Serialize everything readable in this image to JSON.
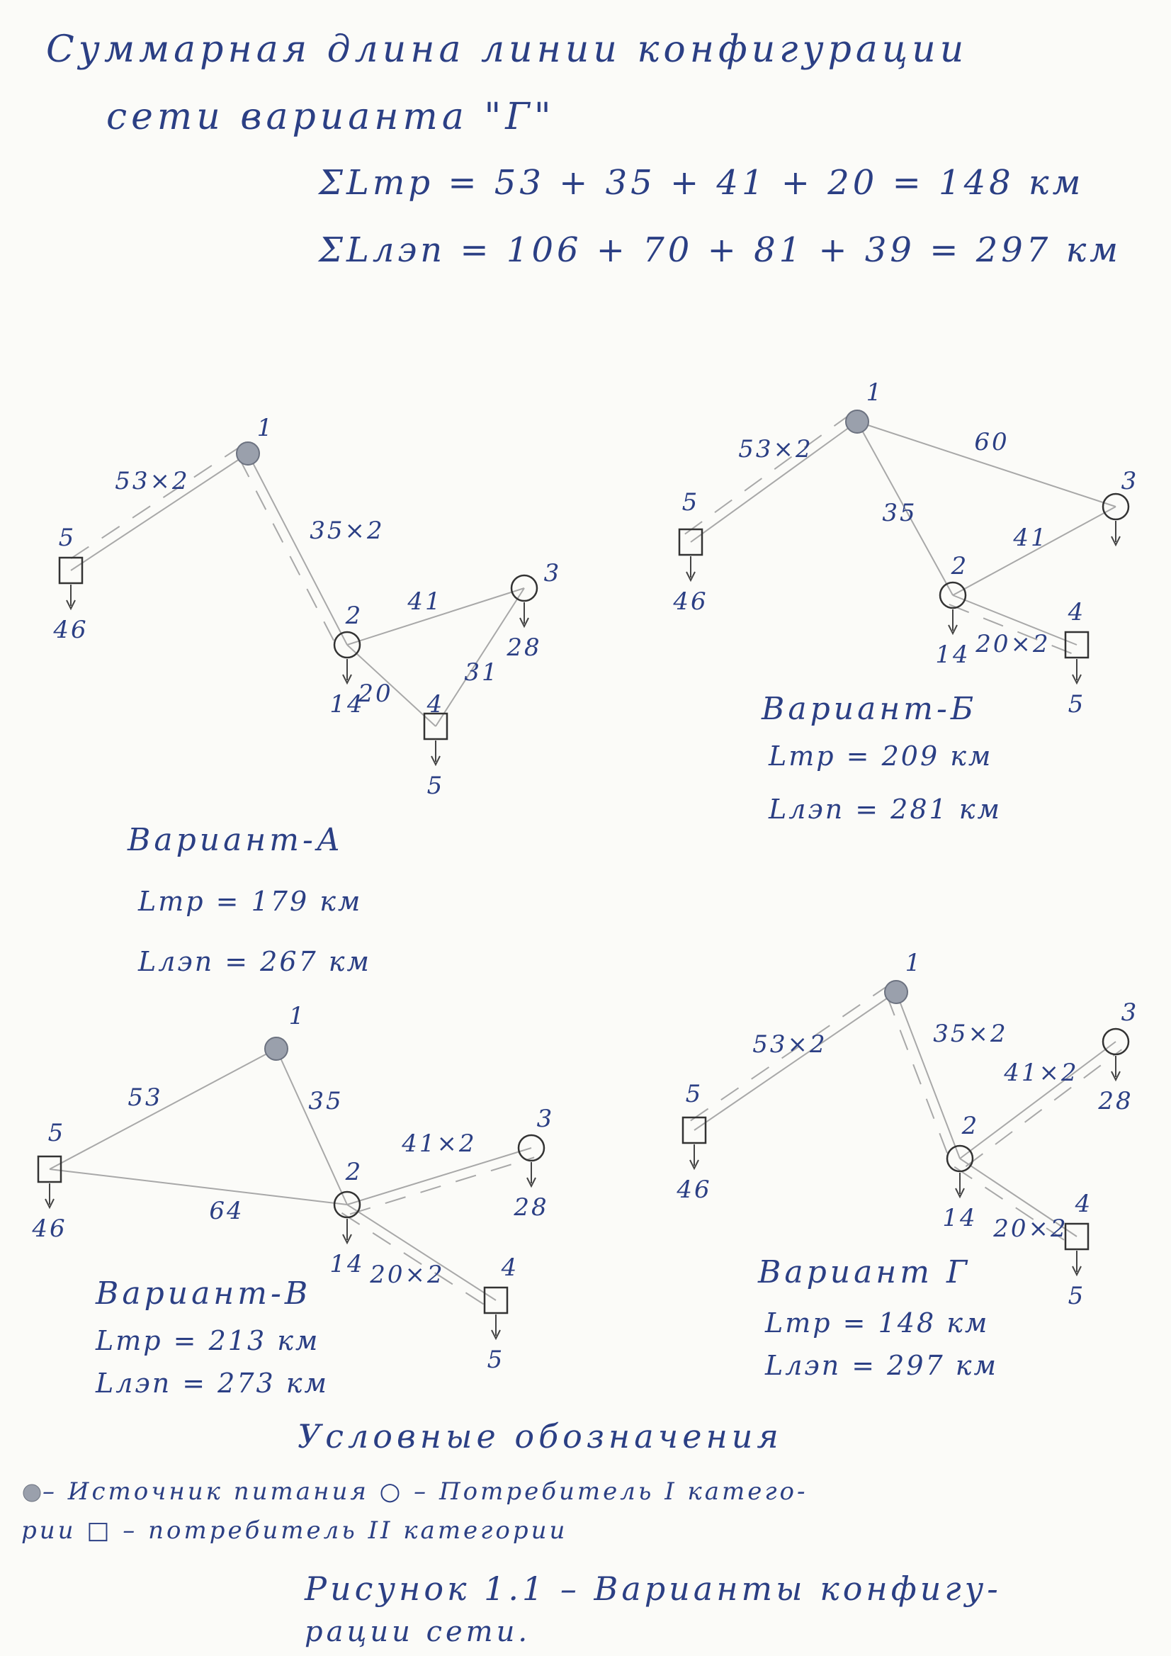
{
  "header": {
    "line1": "Суммарная длина линии конфигурации",
    "line2": "сети варианта \"Г\"",
    "sum_tr": "ΣLтр = 53 + 35 + 41 + 20 = 148 км",
    "sum_lep": "ΣLлэп = 106 + 70 + 81 + 39 = 297 км"
  },
  "variants": [
    {
      "name": "Вариант-А",
      "ltr": "Lтр = 179 км",
      "llep": "Lлэп = 267 км",
      "nodes": [
        {
          "id": "1",
          "type": "source",
          "load": ""
        },
        {
          "id": "5",
          "type": "consumer-II",
          "load": "46"
        },
        {
          "id": "2",
          "type": "consumer-I",
          "load": "14"
        },
        {
          "id": "3",
          "type": "consumer-I",
          "load": "28"
        },
        {
          "id": "4",
          "type": "consumer-II",
          "load": "5"
        }
      ],
      "edges": [
        {
          "from": "1",
          "to": "5",
          "label": "53×2",
          "double": true
        },
        {
          "from": "1",
          "to": "2",
          "label": "35×2",
          "double": true
        },
        {
          "from": "2",
          "to": "3",
          "label": "41",
          "double": false
        },
        {
          "from": "2",
          "to": "4",
          "label": "20",
          "double": false
        },
        {
          "from": "3",
          "to": "4",
          "label": "31",
          "double": false
        }
      ]
    },
    {
      "name": "Вариант-Б",
      "ltr": "Lтр = 209 км",
      "llep": "Lлэп = 281 км",
      "nodes": [
        {
          "id": "1",
          "type": "source",
          "load": ""
        },
        {
          "id": "5",
          "type": "consumer-II",
          "load": "46"
        },
        {
          "id": "2",
          "type": "consumer-I",
          "load": "14"
        },
        {
          "id": "3",
          "type": "consumer-I",
          "load": ""
        },
        {
          "id": "4",
          "type": "consumer-II",
          "load": "5"
        }
      ],
      "edges": [
        {
          "from": "1",
          "to": "5",
          "label": "53×2",
          "double": true
        },
        {
          "from": "1",
          "to": "3",
          "label": "60",
          "double": false
        },
        {
          "from": "1",
          "to": "2",
          "label": "35",
          "double": false
        },
        {
          "from": "2",
          "to": "3",
          "label": "41",
          "double": false
        },
        {
          "from": "2",
          "to": "4",
          "label": "20×2",
          "double": true
        }
      ]
    },
    {
      "name": "Вариант-В",
      "ltr": "Lтр = 213 км",
      "llep": "Lлэп = 273 км",
      "nodes": [
        {
          "id": "1",
          "type": "source",
          "load": ""
        },
        {
          "id": "5",
          "type": "consumer-II",
          "load": "46"
        },
        {
          "id": "2",
          "type": "consumer-I",
          "load": "14"
        },
        {
          "id": "3",
          "type": "consumer-I",
          "load": "28"
        },
        {
          "id": "4",
          "type": "consumer-II",
          "load": "5"
        }
      ],
      "edges": [
        {
          "from": "1",
          "to": "5",
          "label": "53",
          "double": false
        },
        {
          "from": "1",
          "to": "2",
          "label": "35",
          "double": false
        },
        {
          "from": "5",
          "to": "2",
          "label": "64",
          "double": false
        },
        {
          "from": "2",
          "to": "3",
          "label": "41×2",
          "double": true
        },
        {
          "from": "2",
          "to": "4",
          "label": "20×2",
          "double": true
        }
      ]
    },
    {
      "name": "Вариант Г",
      "ltr": "Lтр = 148 км",
      "llep": "Lлэп = 297 км",
      "nodes": [
        {
          "id": "1",
          "type": "source",
          "load": ""
        },
        {
          "id": "5",
          "type": "consumer-II",
          "load": "46"
        },
        {
          "id": "2",
          "type": "consumer-I",
          "load": "14"
        },
        {
          "id": "3",
          "type": "consumer-I",
          "load": "28"
        },
        {
          "id": "4",
          "type": "consumer-II",
          "load": "5"
        }
      ],
      "edges": [
        {
          "from": "1",
          "to": "5",
          "label": "53×2",
          "double": true
        },
        {
          "from": "1",
          "to": "2",
          "label": "35×2",
          "double": true
        },
        {
          "from": "2",
          "to": "3",
          "label": "41×2",
          "double": true
        },
        {
          "from": "2",
          "to": "4",
          "label": "20×2",
          "double": true
        }
      ]
    }
  ],
  "legend": {
    "title": "Условные обозначения",
    "line1": "– Источник питания   ○ – Потребитель I катего-",
    "line2": "рии  □ – потребитель II категории"
  },
  "caption": {
    "line1": "Рисунок 1.1 – Варианты конфигу-",
    "line2": "рации сети."
  },
  "colors": {
    "ink": "#2b3f84",
    "line": "#a8a8a8",
    "source": "#9aa0ac"
  }
}
